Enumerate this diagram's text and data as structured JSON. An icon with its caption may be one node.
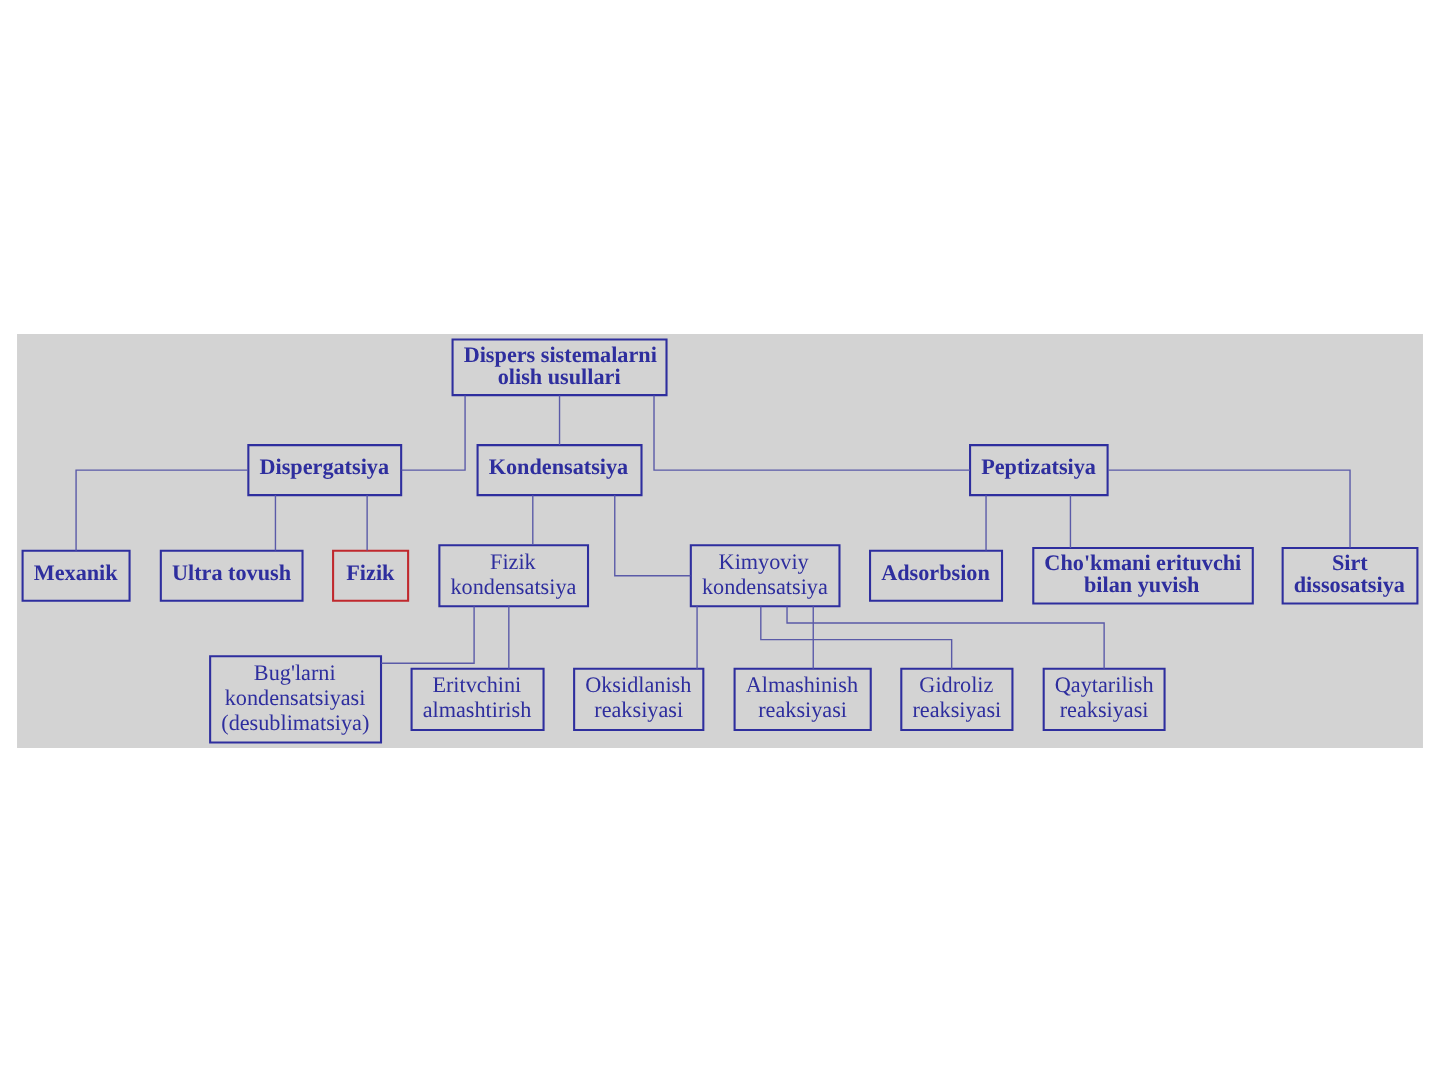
{
  "diagram": {
    "nodes": [
      {
        "text": [
          "Dispers sistemalarni olish usullari"
        ]
      },
      {
        "text": [
          "Dispergatsiya"
        ]
      },
      {
        "text": [
          "Kondensatsiya"
        ]
      },
      {
        "text": [
          "Peptizatsiya"
        ]
      },
      {
        "text": [
          "Mexanik"
        ]
      },
      {
        "text": [
          "Ultra tovush"
        ]
      },
      {
        "text": [
          "Adsorbsion"
        ]
      },
      {
        "text": [
          "Cho'kmani erituvchi bilan yuvish"
        ]
      },
      {
        "text": [
          "Fizik"
        ]
      },
      {
        "text": [
          "Sirt dissosatsiya"
        ]
      },
      {
        "text": [
          "Fizik kondensatsiya"
        ]
      },
      {
        "text": [
          "Kimyoviy kondensatsiya"
        ]
      },
      {
        "text": [
          "Bug'larni kondensatsiyasi (desublimatsiya)"
        ]
      },
      {
        "text": [
          "Eritvchini almashtirish"
        ]
      },
      {
        "text": [
          "Oksidlanish reaksiyasi"
        ]
      },
      {
        "text": [
          "Almashinish reaksiyasi"
        ]
      },
      {
        "text": [
          "Gidroliz reaksiyasi"
        ]
      },
      {
        "text": [
          "Qaytarilish reaksiyasi"
        ]
      }
    ],
    "edges": [
      {
        "from": 0,
        "to": 1,
        "arrow": "none"
      },
      {
        "from": 0,
        "to": 2,
        "arrow": "none"
      },
      {
        "from": 0,
        "to": 3,
        "arrow": "none"
      },
      {
        "from": 1,
        "to": 4,
        "arrow": "none"
      },
      {
        "from": 1,
        "to": 5,
        "arrow": "none"
      },
      {
        "from": 1,
        "to": 8,
        "arrow": "none"
      },
      {
        "from": 3,
        "to": 6,
        "arrow": "none"
      },
      {
        "from": 3,
        "to": 7,
        "arrow": "none"
      },
      {
        "from": 3,
        "to": 9,
        "arrow": "none"
      },
      {
        "from": 2,
        "to": 10,
        "arrow": "none"
      },
      {
        "from": 2,
        "to": 11,
        "arrow": "none"
      },
      {
        "from": 10,
        "to": 12,
        "arrow": "none"
      },
      {
        "from": 10,
        "to": 13,
        "arrow": "none"
      },
      {
        "from": 11,
        "to": 14,
        "arrow": "none"
      },
      {
        "from": 11,
        "to": 15,
        "arrow": "none"
      },
      {
        "from": 11,
        "to": 16,
        "arrow": "none"
      },
      {
        "from": 11,
        "to": 17,
        "arrow": "none"
      }
    ]
  }
}
